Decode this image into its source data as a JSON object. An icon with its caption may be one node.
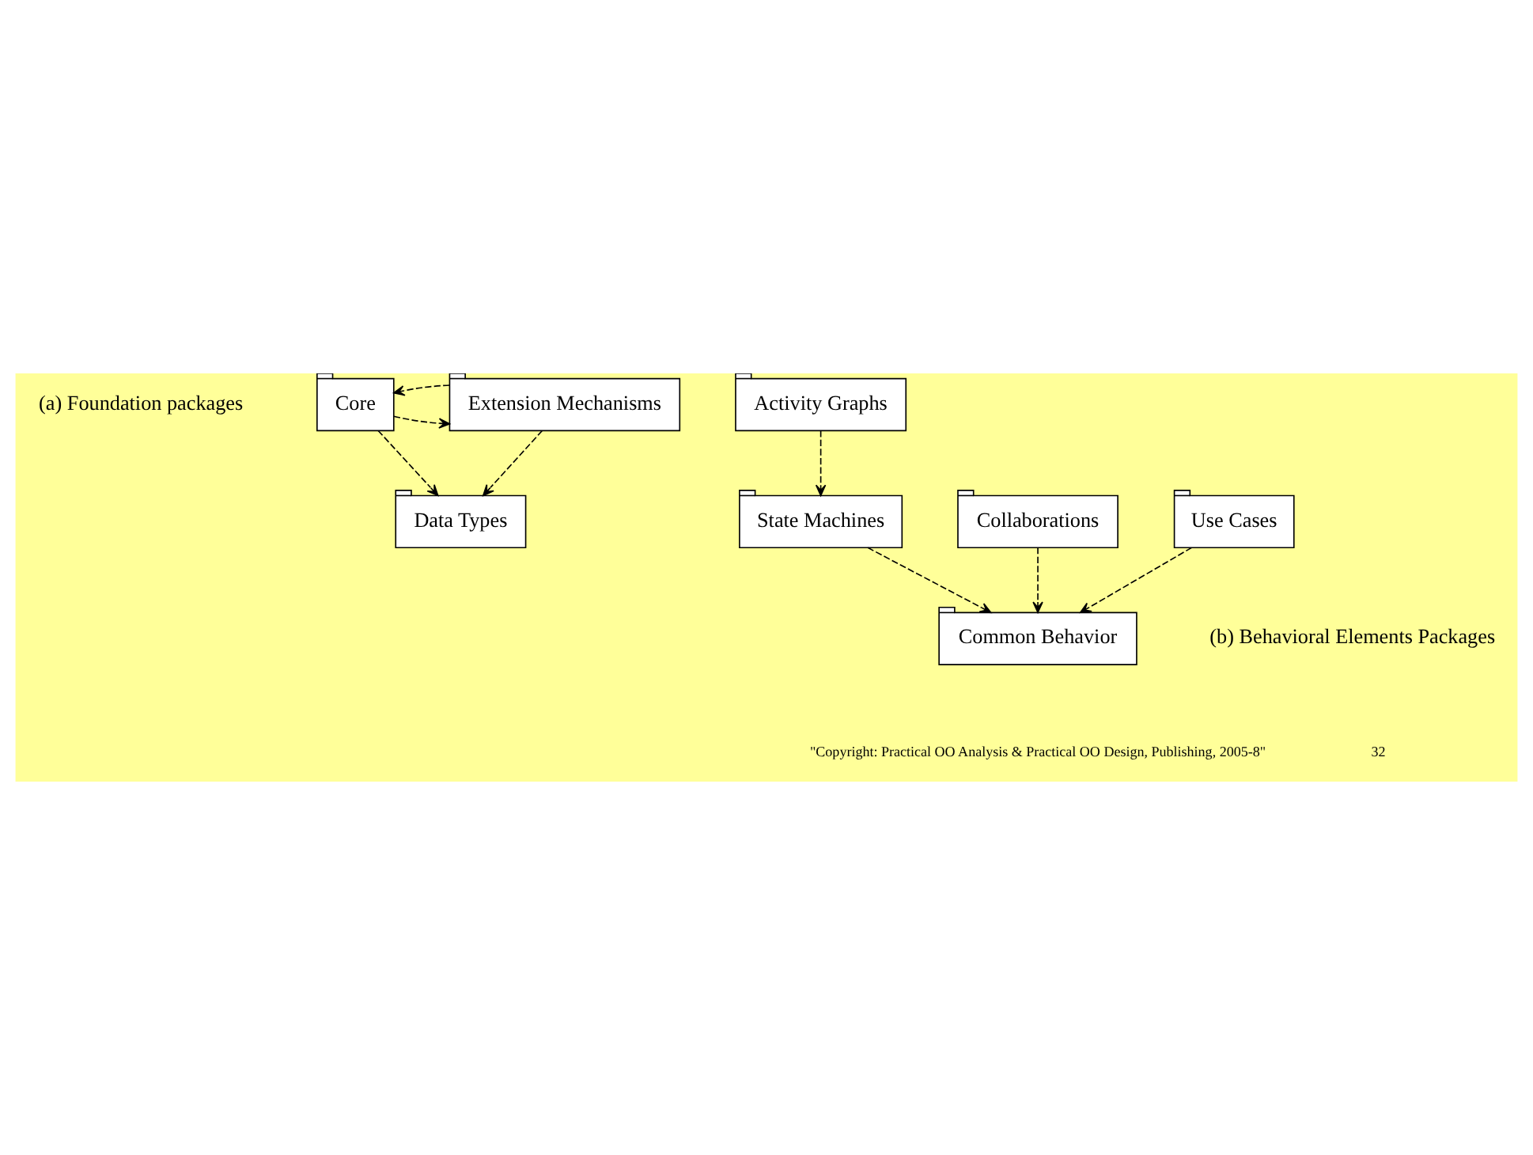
{
  "diagram": {
    "nodes": [
      {
        "text": [
          "Core"
        ]
      },
      {
        "text": [
          "Extension Mechanisms"
        ]
      },
      {
        "text": [
          "Data Types"
        ]
      },
      {
        "text": [
          "Activity Graphs"
        ]
      },
      {
        "text": [
          "Collaborations"
        ]
      },
      {
        "text": [
          "Use Cases"
        ]
      },
      {
        "text": [
          "State Machines"
        ]
      },
      {
        "text": [
          "Common Behavior"
        ]
      }
    ],
    "edges": [
      {
        "from": 0,
        "to": 1,
        "arrow": "to",
        "style": "dashed"
      },
      {
        "from": 1,
        "to": 0,
        "arrow": "to",
        "style": "dashed"
      },
      {
        "from": 0,
        "to": 2,
        "arrow": "to",
        "style": "dashed"
      },
      {
        "from": 1,
        "to": 2,
        "arrow": "to",
        "style": "dashed"
      },
      {
        "from": 3,
        "to": 6,
        "arrow": "to",
        "style": "dashed"
      },
      {
        "from": 4,
        "to": 7,
        "arrow": "to",
        "style": "dashed"
      },
      {
        "from": 5,
        "to": 7,
        "arrow": "to",
        "style": "dashed"
      },
      {
        "from": 6,
        "to": 7,
        "arrow": "to",
        "style": "dashed"
      }
    ],
    "labels": [
      "(a) Foundation packages",
      "(b) Behavioral Elements Packages",
      "\"Copyright: Practical OO Analysis & Practical OO Design, Publishing, 2005-8\"",
      "32"
    ]
  }
}
